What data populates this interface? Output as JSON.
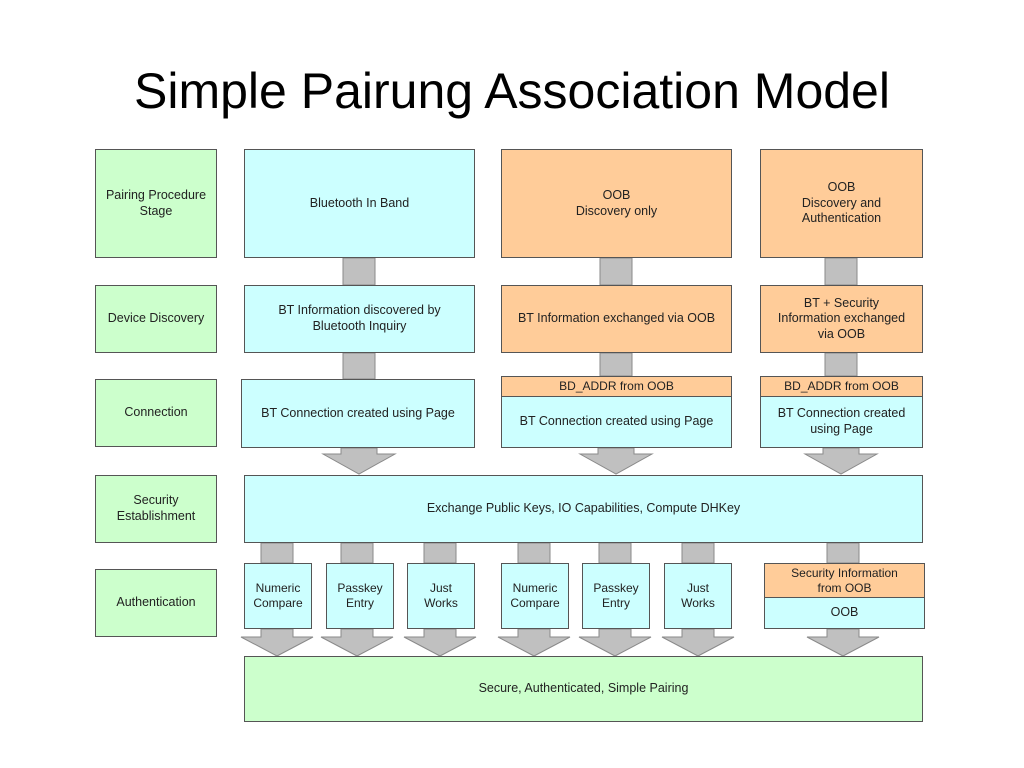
{
  "title": "Simple Pairung Association Model",
  "stages": {
    "stage": "Pairing Procedure\nStage",
    "discovery": "Device Discovery",
    "connection": "Connection",
    "security": "Security\nEstablishment",
    "authentication": "Authentication"
  },
  "columns": {
    "inband": {
      "header": "Bluetooth In Band",
      "discovery": "BT Information discovered by\nBluetooth Inquiry",
      "connection": "BT Connection created using Page"
    },
    "oob_discovery": {
      "header": "OOB\nDiscovery only",
      "discovery": "BT Information exchanged via OOB",
      "bd_addr": "BD_ADDR from OOB",
      "connection": "BT Connection created using Page"
    },
    "oob_auth": {
      "header": "OOB\nDiscovery and\nAuthentication",
      "discovery": "BT + Security\nInformation exchanged\nvia OOB",
      "bd_addr": "BD_ADDR from OOB",
      "connection": "BT Connection created\nusing Page"
    }
  },
  "security_box": "Exchange Public Keys, IO Capabilities, Compute DHKey",
  "auth_methods": {
    "numeric": "Numeric\nCompare",
    "passkey": "Passkey\nEntry",
    "just": "Just\nWorks",
    "sec_info": "Security Information\nfrom OOB",
    "oob": "OOB"
  },
  "result": "Secure, Authenticated, Simple Pairing",
  "colors": {
    "stage_green": "#ccffcc",
    "cyan": "#ccffff",
    "orange": "#ffcc99",
    "arrow_gray": "#c0c0c0"
  }
}
